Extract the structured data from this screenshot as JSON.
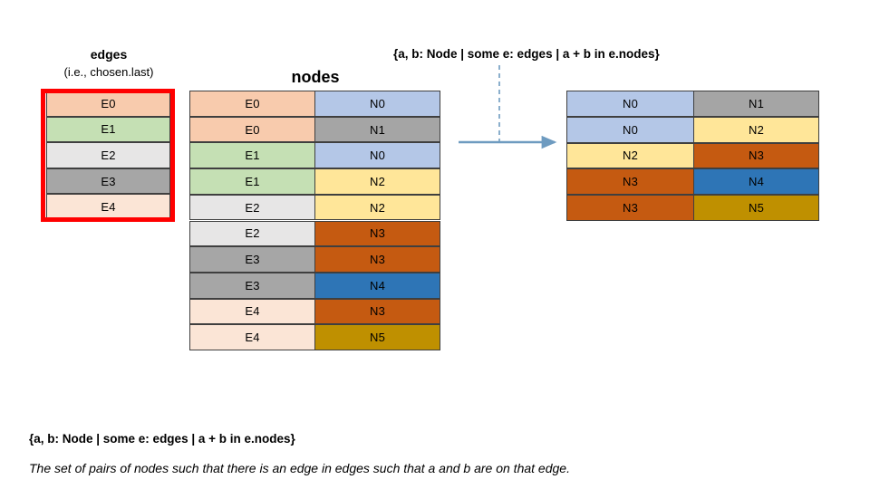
{
  "labels": {
    "edges_title": "edges",
    "edges_subtitle": "(i.e., chosen.last)",
    "nodes_title": "nodes"
  },
  "header": {
    "formula": "{a, b: Node | some e: edges | a + b in e.nodes}"
  },
  "footer": {
    "formula": "{a, b: Node | some e: edges | a + b in e.nodes}",
    "explanation": "The set of pairs of nodes such that there is an edge in edges such that a and b are on that edge."
  },
  "palette": {
    "peach": "#F8CBAD",
    "peach_light": "#FBE5D6",
    "green": "#C5E0B4",
    "gray_light": "#E7E6E6",
    "gray_dark": "#A6A6A6",
    "gray_mid": "#A5A5A5",
    "blue_light": "#B4C7E7",
    "blue_strong": "#2E75B6",
    "yellow": "#FFE699",
    "orange": "#C55A11",
    "gold": "#BF9000",
    "border": "#3F3F3F",
    "highlight_red": "#FF0000",
    "connector_blue": "#6E9BC0"
  },
  "edges_table": {
    "name": "edges",
    "highlighted": true,
    "rows": [
      {
        "label": "E0",
        "fill": "#F8CBAD"
      },
      {
        "label": "E1",
        "fill": "#C5E0B4"
      },
      {
        "label": "E2",
        "fill": "#E7E6E6"
      },
      {
        "label": "E3",
        "fill": "#A6A6A6"
      },
      {
        "label": "E4",
        "fill": "#FBE5D6"
      }
    ]
  },
  "nodes_table": {
    "name": "nodes",
    "rows": [
      {
        "left": "E0",
        "left_fill": "#F8CBAD",
        "right": "N0",
        "right_fill": "#B4C7E7"
      },
      {
        "left": "E0",
        "left_fill": "#F8CBAD",
        "right": "N1",
        "right_fill": "#A5A5A5"
      },
      {
        "left": "E1",
        "left_fill": "#C5E0B4",
        "right": "N0",
        "right_fill": "#B4C7E7"
      },
      {
        "left": "E1",
        "left_fill": "#C5E0B4",
        "right": "N2",
        "right_fill": "#FFE699"
      },
      {
        "left": "E2",
        "left_fill": "#E7E6E6",
        "right": "N2",
        "right_fill": "#FFE699"
      },
      {
        "left": "E2",
        "left_fill": "#E7E6E6",
        "right": "N3",
        "right_fill": "#C55A11"
      },
      {
        "left": "E3",
        "left_fill": "#A6A6A6",
        "right": "N3",
        "right_fill": "#C55A11"
      },
      {
        "left": "E3",
        "left_fill": "#A6A6A6",
        "right": "N4",
        "right_fill": "#2E75B6"
      },
      {
        "left": "E4",
        "left_fill": "#FBE5D6",
        "right": "N3",
        "right_fill": "#C55A11"
      },
      {
        "left": "E4",
        "left_fill": "#FBE5D6",
        "right": "N5",
        "right_fill": "#BF9000"
      }
    ]
  },
  "result_table": {
    "name": "result",
    "rows": [
      {
        "left": "N0",
        "left_fill": "#B4C7E7",
        "right": "N1",
        "right_fill": "#A5A5A5"
      },
      {
        "left": "N0",
        "left_fill": "#B4C7E7",
        "right": "N2",
        "right_fill": "#FFE699"
      },
      {
        "left": "N2",
        "left_fill": "#FFE699",
        "right": "N3",
        "right_fill": "#C55A11"
      },
      {
        "left": "N3",
        "left_fill": "#C55A11",
        "right": "N4",
        "right_fill": "#2E75B6"
      },
      {
        "left": "N3",
        "left_fill": "#C55A11",
        "right": "N5",
        "right_fill": "#BF9000"
      }
    ]
  },
  "connector": {
    "kind": "dashed-line-with-arrow",
    "color": "#6E9BC0"
  }
}
